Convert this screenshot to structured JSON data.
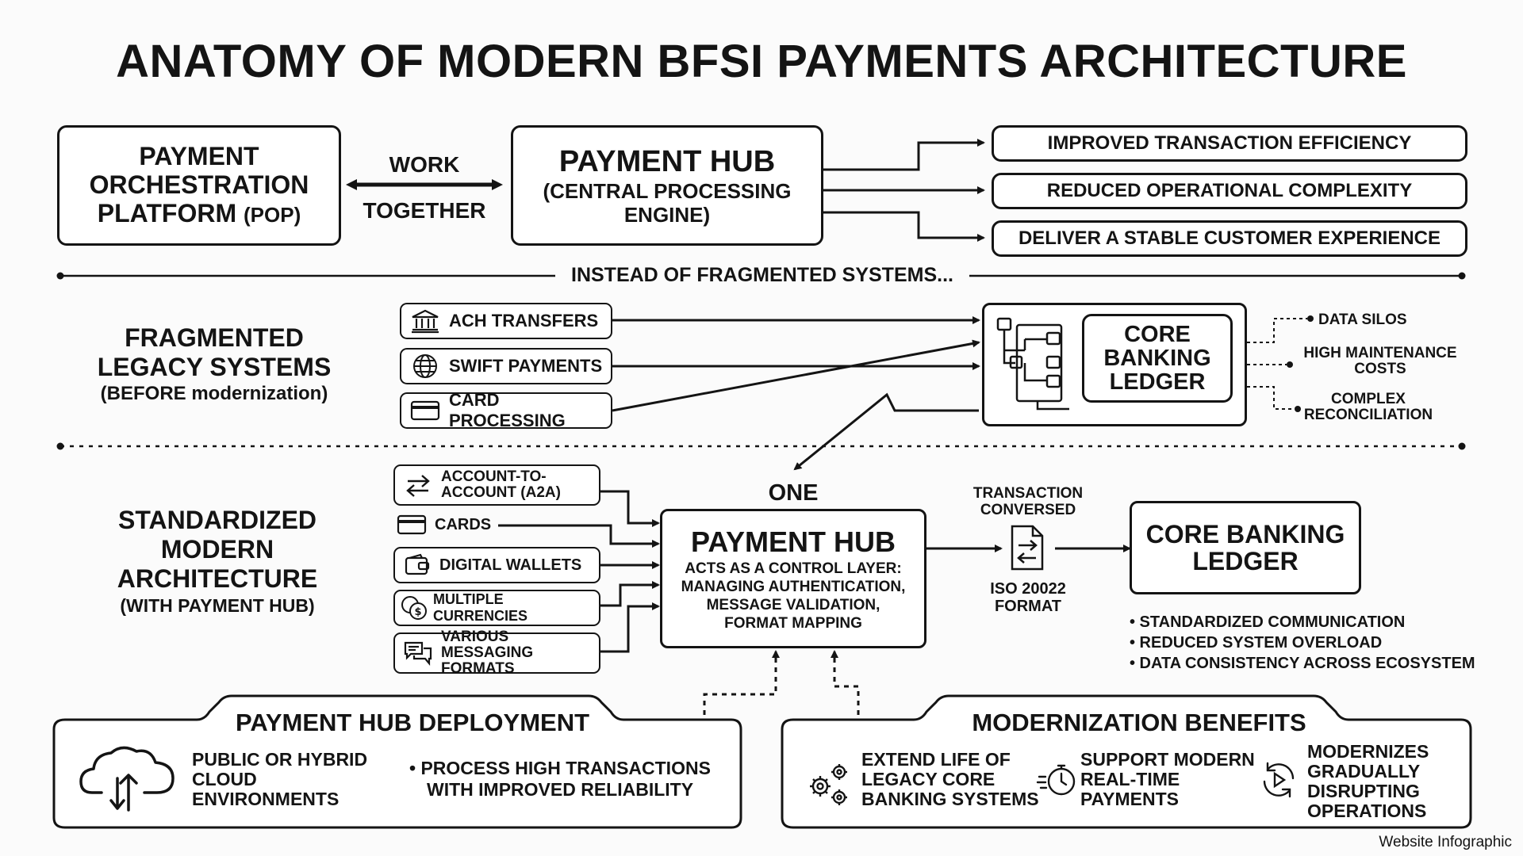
{
  "title": "ANATOMY OF MODERN BFSI PAYMENTS ARCHITECTURE",
  "top": {
    "pop": [
      "PAYMENT",
      "ORCHESTRATION",
      "PLATFORM"
    ],
    "pop_suffix": "(POP)",
    "work": "WORK",
    "together": "TOGETHER",
    "hub_title": "PAYMENT HUB",
    "hub_sub": [
      "(CENTRAL PROCESSING",
      "ENGINE)"
    ],
    "benefits": [
      "IMPROVED TRANSACTION EFFICIENCY",
      "REDUCED OPERATIONAL COMPLEXITY",
      "DELIVER A STABLE CUSTOMER EXPERIENCE"
    ]
  },
  "divider1": "INSTEAD OF FRAGMENTED SYSTEMS...",
  "legacy": {
    "title": [
      "FRAGMENTED",
      "LEGACY SYSTEMS"
    ],
    "sub": "(BEFORE modernization)",
    "inputs": [
      "ACH TRANSFERS",
      "SWIFT PAYMENTS",
      "CARD PROCESSING"
    ],
    "ledger": [
      "CORE",
      "BANKING",
      "LEDGER"
    ],
    "issues": [
      "DATA SILOS",
      "HIGH MAINTENANCE",
      "COSTS",
      "COMPLEX",
      "RECONCILIATION"
    ]
  },
  "modern": {
    "title": [
      "STANDARDIZED",
      "MODERN",
      "ARCHITECTURE"
    ],
    "sub": "(WITH PAYMENT HUB)",
    "inputs": [
      "ACCOUNT-TO-",
      "ACCOUNT (A2A)",
      "CARDS",
      "DIGITAL WALLETS",
      "MULTIPLE CURRENCIES",
      "VARIOUS MESSAGING",
      "FORMATS"
    ],
    "one": "ONE",
    "hub_title": "PAYMENT HUB",
    "hub_desc": [
      "ACTS AS A CONTROL LAYER:",
      "MANAGING AUTHENTICATION,",
      "MESSAGE VALIDATION,",
      "FORMAT MAPPING"
    ],
    "tx": [
      "TRANSACTION",
      "CONVERSED"
    ],
    "iso": [
      "ISO 20022",
      "FORMAT"
    ],
    "ledger": [
      "CORE BANKING",
      "LEDGER"
    ],
    "bullets": [
      "• STANDARDIZED COMMUNICATION",
      "• REDUCED SYSTEM OVERLOAD",
      "• DATA CONSISTENCY ACROSS ECOSYSTEM"
    ]
  },
  "deployment": {
    "title": "PAYMENT HUB DEPLOYMENT",
    "cloud": [
      "PUBLIC OR HYBRID",
      "CLOUD",
      "ENVIRONMENTS"
    ],
    "process": [
      "• PROCESS HIGH TRANSACTIONS",
      "WITH IMPROVED RELIABILITY"
    ]
  },
  "benefits": {
    "title": "MODERNIZATION BENEFITS",
    "extend": [
      "EXTEND LIFE OF",
      "LEGACY CORE",
      "BANKING SYSTEMS"
    ],
    "support": [
      "SUPPORT MODERN",
      "REAL-TIME",
      "PAYMENTS"
    ],
    "modernizes": [
      "MODERNIZES",
      "GRADUALLY",
      "DISRUPTING",
      "OPERATIONS"
    ]
  },
  "credit": "Website Infographic"
}
